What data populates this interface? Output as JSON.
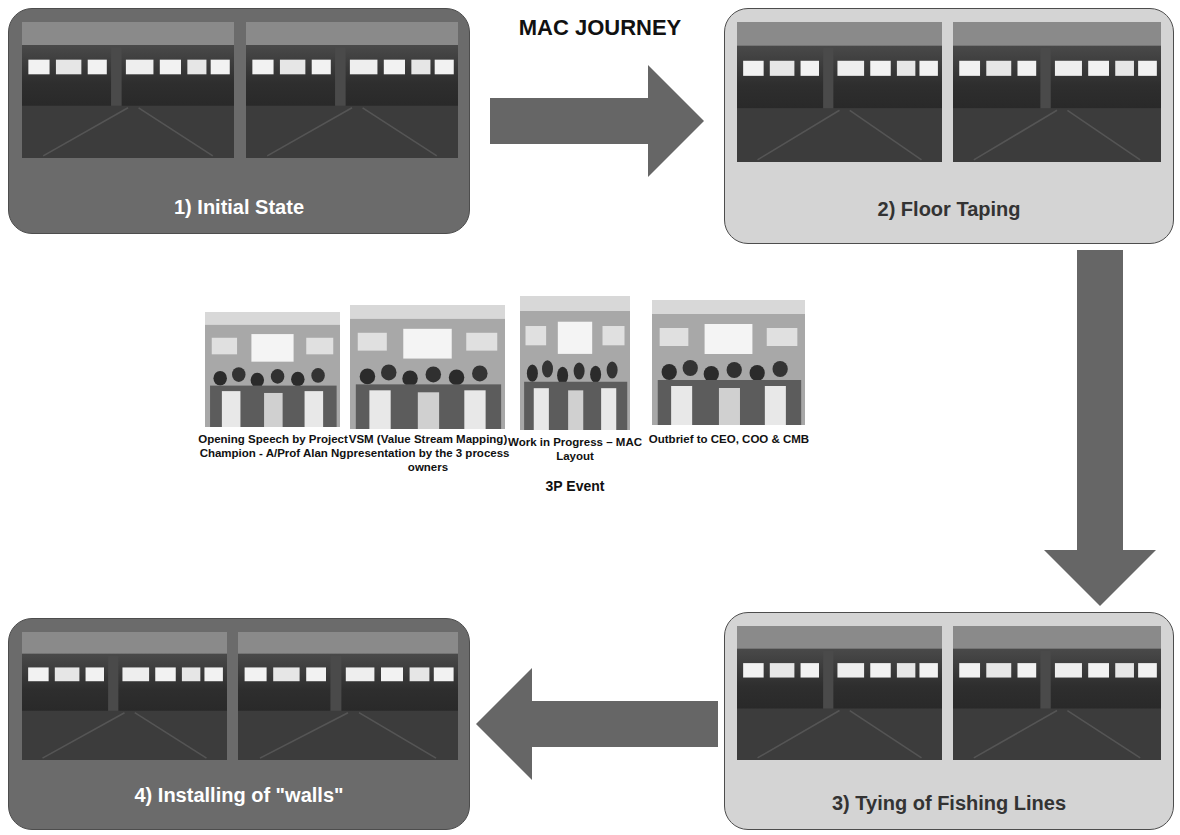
{
  "diagram": {
    "title": "MAC JOURNEY",
    "nodes": [
      {
        "text": [
          "1) Initial State"
        ]
      },
      {
        "text": [
          "2) Floor Taping"
        ]
      },
      {
        "text": [
          "3) Tying of Fishing Lines"
        ]
      },
      {
        "text": [
          "4) Installing of \"walls\""
        ]
      }
    ],
    "edges": [
      {
        "from": 0,
        "to": 1,
        "arrow": "to"
      },
      {
        "from": 1,
        "to": 2,
        "arrow": "to"
      },
      {
        "from": 2,
        "to": 3,
        "arrow": "to"
      }
    ],
    "labels": [
      "Opening Speech by Project Champion - A/Prof Alan Ng",
      "VSM (Value Stream Mapping) presentation by the 3 process owners",
      "Work in Progress – MAC Layout",
      "Outbrief to CEO, COO & CMB",
      "3P Event"
    ]
  }
}
